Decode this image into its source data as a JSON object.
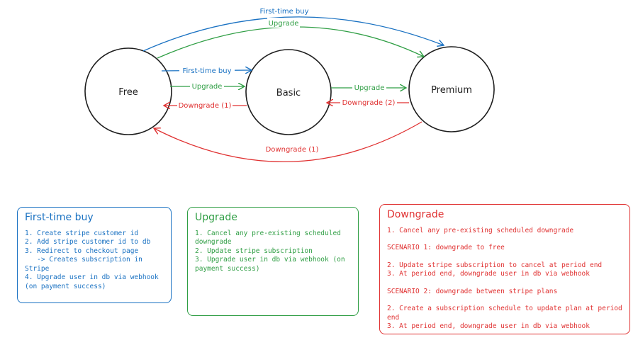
{
  "colors": {
    "blue": "#1971c2",
    "green": "#2f9e44",
    "red": "#e03131",
    "ink": "#1e1e1e"
  },
  "nodes": [
    {
      "id": "free",
      "label": "Free"
    },
    {
      "id": "basic",
      "label": "Basic"
    },
    {
      "id": "premium",
      "label": "Premium"
    }
  ],
  "edges": [
    {
      "id": "free-premium-first",
      "label": "First-time buy",
      "color": "blue",
      "from": "free",
      "to": "premium"
    },
    {
      "id": "free-premium-upgrade",
      "label": "Upgrade",
      "color": "green",
      "from": "free",
      "to": "premium"
    },
    {
      "id": "free-basic-first",
      "label": "First-time buy",
      "color": "blue",
      "from": "free",
      "to": "basic"
    },
    {
      "id": "free-basic-upgrade",
      "label": "Upgrade",
      "color": "green",
      "from": "free",
      "to": "basic"
    },
    {
      "id": "basic-free-down",
      "label": "Downgrade (1)",
      "color": "red",
      "from": "basic",
      "to": "free"
    },
    {
      "id": "basic-premium-upgrade",
      "label": "Upgrade",
      "color": "green",
      "from": "basic",
      "to": "premium"
    },
    {
      "id": "premium-basic-down",
      "label": "Downgrade (2)",
      "color": "red",
      "from": "premium",
      "to": "basic"
    },
    {
      "id": "premium-free-down",
      "label": "Downgrade (1)",
      "color": "red",
      "from": "premium",
      "to": "free"
    }
  ],
  "boxes": {
    "first_time_buy": {
      "title": "First-time buy",
      "lines": [
        "1. Create stripe customer id",
        "2. Add stripe customer id to db",
        "3. Redirect to checkout page",
        "   -> Creates subscription in Stripe",
        "4. Upgrade user in db via webhook",
        "(on payment success)"
      ]
    },
    "upgrade": {
      "title": "Upgrade",
      "lines": [
        "1. Cancel any pre-existing scheduled",
        "downgrade",
        "2. Update stripe subscription",
        "3. Upgrade user in db via webhook (on",
        "payment success)"
      ]
    },
    "downgrade": {
      "title": "Downgrade",
      "intro": "1. Cancel any pre-existing scheduled downgrade",
      "scenario1": {
        "heading": "SCENARIO 1: downgrade to free",
        "lines": [
          "2. Update stripe subscription to cancel at period end",
          "3. At period end, downgrade user in db via webhook"
        ]
      },
      "scenario2": {
        "heading": "SCENARIO 2: downgrade between stripe plans",
        "lines": [
          "2. Create a subscription schedule to update plan at period end",
          "3. At period end, downgrade user in db via webhook"
        ]
      }
    }
  }
}
